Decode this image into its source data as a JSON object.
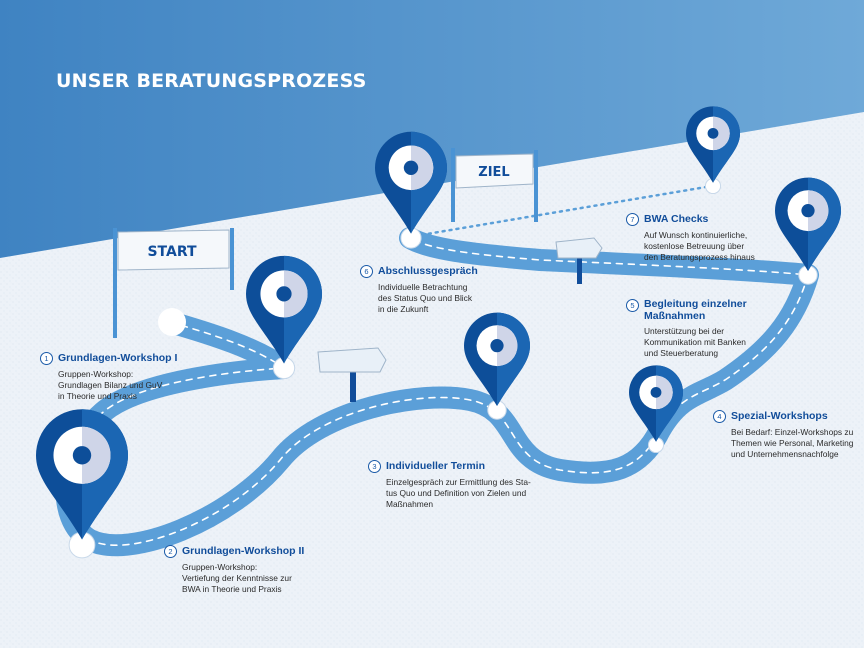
{
  "page_title": "UNSER BERATUNGSPROZESS",
  "signs": {
    "start": "START",
    "goal": "ZIEL"
  },
  "colors": {
    "sky_top": "#5b9bd1",
    "pin_dark": "#0d4e99",
    "pin_mid": "#1b66b3",
    "road": "#5b9fd8",
    "text_title": "#114d9a"
  },
  "steps": [
    {
      "num": "1",
      "title": "Grundlagen-Workshop I",
      "text": "Gruppen-Workshop:\nGrundlagen Bilanz und GuV\nin Theorie und Praxis"
    },
    {
      "num": "2",
      "title": "Grundlagen-Workshop II",
      "text": "Gruppen-Workshop:\nVertiefung der Kenntnisse zur\nBWA in Theorie und Praxis"
    },
    {
      "num": "3",
      "title": "Individueller Termin",
      "text": "Einzelgespräch zur Ermittlung des Sta-\ntus Quo und Definition von Zielen und\nMaßnahmen"
    },
    {
      "num": "4",
      "title": "Spezial-Workshops",
      "text": "Bei Bedarf: Einzel-Workshops zu\nThemen wie Personal, Marketing\nund Unternehmensnachfolge"
    },
    {
      "num": "5",
      "title": "Begleitung einzelner\nMaßnahmen",
      "text": "Unterstützung bei der\nKommunikation mit Banken\nund Steuerberatung"
    },
    {
      "num": "6",
      "title": "Abschlussgespräch",
      "text": "Individuelle Betrachtung\ndes Status Quo und Blick\nin die Zukunft"
    },
    {
      "num": "7",
      "title": "BWA Checks",
      "text": "Auf Wunsch kontinuierliche,\nkostenlose Betreuung über\nden Beratungsprozess hinaus"
    }
  ]
}
